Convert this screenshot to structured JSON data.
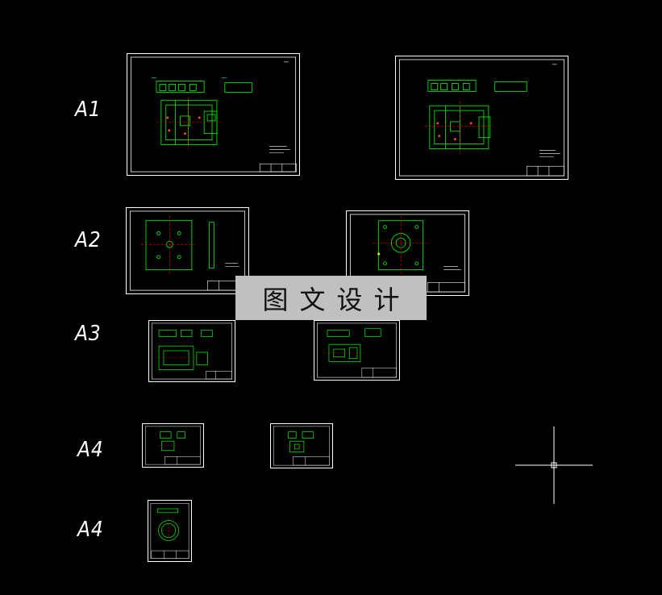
{
  "labels": {
    "a1": "A1",
    "a2": "A2",
    "a3": "A3",
    "a4_top": "A4",
    "a4_bottom": "A4"
  },
  "watermark": {
    "text": "图文设计"
  },
  "colors": {
    "background": "#000000",
    "frame": "#ffffff",
    "geometry": "#00ff00",
    "centerline": "#ff0000",
    "accent": "#00ffff",
    "watermark_bg": "#c0c0c0"
  },
  "icons": {
    "cursor": "crosshair-cursor-icon"
  }
}
